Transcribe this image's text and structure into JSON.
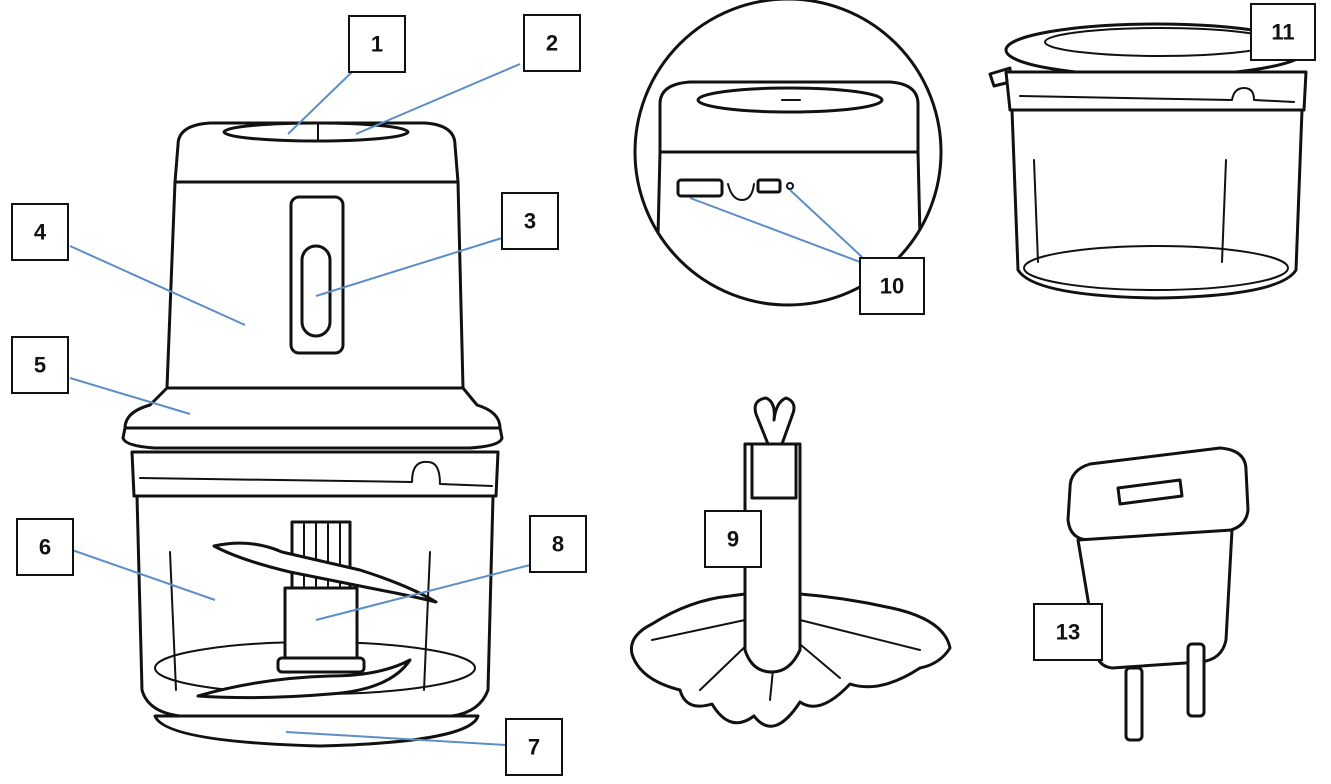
{
  "colors": {
    "outline": "#111111",
    "leader_line": "#5b8ec7",
    "background": "#ffffff"
  },
  "callouts": [
    {
      "id": "c1",
      "label": "1"
    },
    {
      "id": "c2",
      "label": "2"
    },
    {
      "id": "c3",
      "label": "3"
    },
    {
      "id": "c4",
      "label": "4"
    },
    {
      "id": "c5",
      "label": "5"
    },
    {
      "id": "c6",
      "label": "6"
    },
    {
      "id": "c7",
      "label": "7"
    },
    {
      "id": "c8",
      "label": "8"
    },
    {
      "id": "c9",
      "label": "9"
    },
    {
      "id": "c10",
      "label": "10"
    },
    {
      "id": "c11",
      "label": "11"
    },
    {
      "id": "c13",
      "label": "13"
    }
  ]
}
